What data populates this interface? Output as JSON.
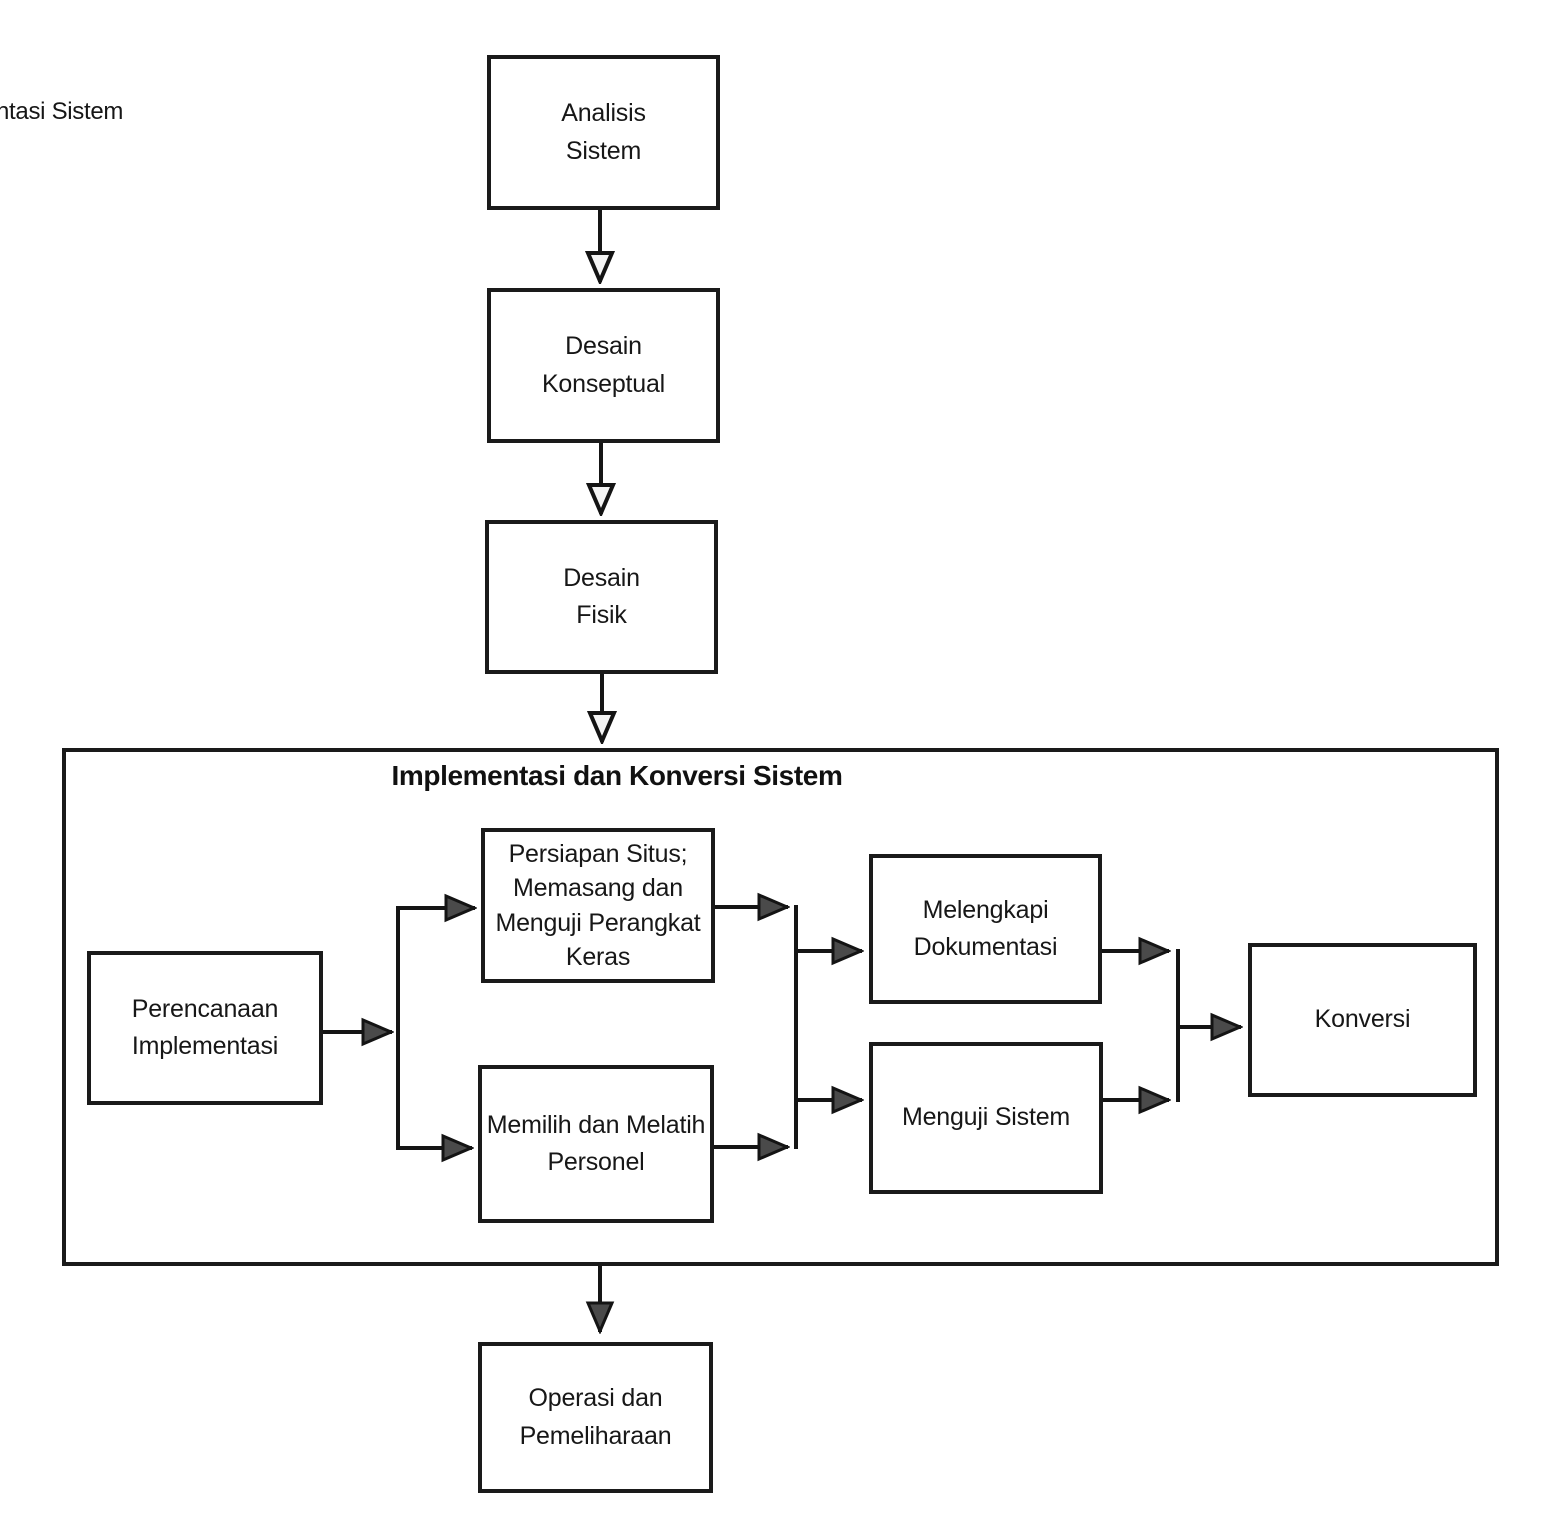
{
  "caption": "ntasi Sistem",
  "container": {
    "title": "Implementasi dan Konversi Sistem"
  },
  "nodes": {
    "analisis": {
      "label": "Analisis\nSistem"
    },
    "konseptual": {
      "label": "Desain\nKonseptual"
    },
    "fisik": {
      "label": "Desain\nFisik"
    },
    "perencanaan": {
      "label": "Perencanaan\nImplementasi"
    },
    "persiapan": {
      "label": "Persiapan Situs;\nMemasang dan\nMenguji Perangkat\nKeras"
    },
    "memilih": {
      "label": "Memilih dan Melatih\nPersonel"
    },
    "melengkapi": {
      "label": "Melengkapi\nDokumentasi"
    },
    "menguji": {
      "label": "Menguji Sistem"
    },
    "konversi": {
      "label": "Konversi"
    },
    "operasi": {
      "label": "Operasi dan\nPemeliharaan"
    }
  },
  "edges": [
    {
      "from": "analisis",
      "to": "konseptual"
    },
    {
      "from": "konseptual",
      "to": "fisik"
    },
    {
      "from": "fisik",
      "to": "implementasi_container"
    },
    {
      "from": "perencanaan",
      "to": "persiapan"
    },
    {
      "from": "perencanaan",
      "to": "memilih"
    },
    {
      "from": "persiapan",
      "to": "melengkapi"
    },
    {
      "from": "persiapan",
      "to": "menguji"
    },
    {
      "from": "memilih",
      "to": "melengkapi"
    },
    {
      "from": "memilih",
      "to": "menguji"
    },
    {
      "from": "melengkapi",
      "to": "konversi"
    },
    {
      "from": "menguji",
      "to": "konversi"
    },
    {
      "from": "implementasi_container",
      "to": "operasi"
    }
  ],
  "colors": {
    "ink": "#1a1a1a",
    "paper": "#ffffff"
  }
}
